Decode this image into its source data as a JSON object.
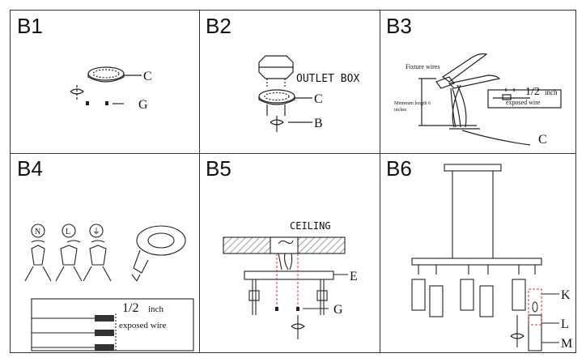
{
  "panels": [
    {
      "id": "B1",
      "labels": {
        "c": "C",
        "g": "G"
      }
    },
    {
      "id": "B2",
      "labels": {
        "outlet_box": "OUTLET BOX",
        "c": "C",
        "b": "B"
      }
    },
    {
      "id": "B3",
      "labels": {
        "fixture_wires": "Fixture wires",
        "min_length_1": "Minimum length 6",
        "min_length_2": "inches",
        "half_inch": "1/2",
        "inch": "inch",
        "exposed_wire": "exposed wire",
        "c": "C"
      }
    },
    {
      "id": "B4",
      "labels": {
        "n": "N",
        "l": "L",
        "ground": "⏚",
        "half_inch": "1/2",
        "inch": "inch",
        "exposed_wire": "exposed wire"
      }
    },
    {
      "id": "B5",
      "labels": {
        "ceiling": "CEILING",
        "e": "E",
        "g": "G"
      }
    },
    {
      "id": "B6",
      "labels": {
        "k": "K",
        "l": "L",
        "m": "M"
      }
    }
  ],
  "colors": {
    "line": "#222",
    "hatch": "#888",
    "red": "#d33"
  }
}
